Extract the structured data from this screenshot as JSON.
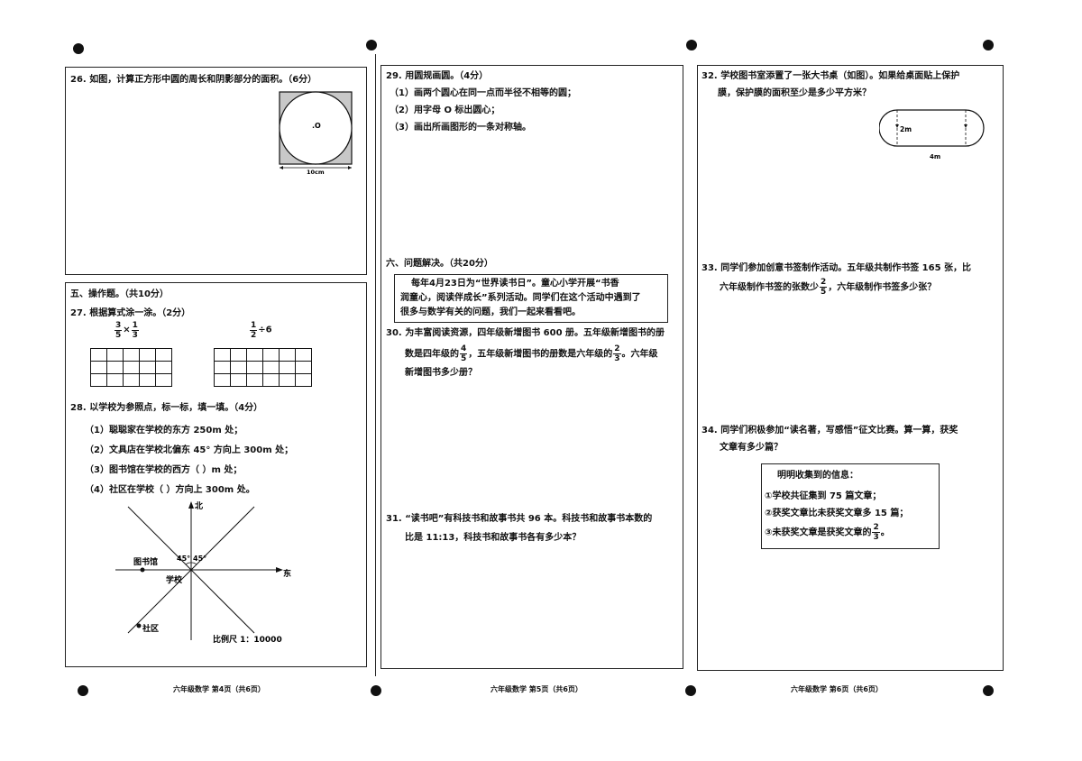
{
  "page1": {
    "q26": {
      "text": "26. 如图，计算正方形中圆的周长和阴影部分的面积。（6分）",
      "center_label": ".O",
      "side_label": "10cm"
    },
    "section5": "五、操作题。（共10分）",
    "q27": {
      "text": "27. 根据算式涂一涂。（2分）",
      "f1_num": "3",
      "f1_den": "5",
      "times": "×",
      "f2_num": "1",
      "f2_den": "3",
      "f3_num": "1",
      "f3_den": "2",
      "div": "÷6"
    },
    "q28": {
      "text": "28. 以学校为参照点，标一标，填一填。（4分）",
      "items": [
        "（1）聪聪家在学校的东方 250m 处；",
        "（2）文具店在学校北偏东 45° 方向上 300m 处；",
        "（3）图书馆在学校的西方（              ）m 处；",
        "（4）社区在学校（                           ）方向上 300m 处。"
      ],
      "north": "北",
      "east": "东",
      "school": "学校",
      "library": "图书馆",
      "community": "社区",
      "angle1": "45°",
      "angle2": "45°",
      "scale": "比例尺  1：10000"
    },
    "footer": "六年级数学   第4页（共6页）"
  },
  "page2": {
    "q29": {
      "text": "29. 用圆规画圆。（4分）",
      "items": [
        "（1）画两个圆心在同一点而半径不相等的圆；",
        "（2）用字母 O 标出圆心；",
        "（3）画出所画图形的一条对称轴。"
      ]
    },
    "section6": "六、问题解决。（共20分）",
    "intro": [
      "每年4月23日为“世界读书日”。童心小学开展“书香",
      "润童心，阅读伴成长”系列活动。同学们在这个活动中遇到了",
      "很多与数学有关的问题，我们一起来看看吧。"
    ],
    "q30": {
      "line1": "30.  为丰富阅读资源，四年级新增图书 600 册。五年级新增图书的册",
      "line2a": "数是四年级的",
      "f1_num": "4",
      "f1_den": "5",
      "line2b": "，五年级新增图书的册数是六年级的",
      "f2_num": "2",
      "f2_den": "3",
      "line2c": "。六年级",
      "line3": "新增图书多少册？"
    },
    "q31": {
      "line1": "31.  “读书吧”有科技书和故事书共 96 本。科技书和故事书本数的",
      "line2": "比是 11:13，科技书和故事书各有多少本？"
    },
    "footer": "六年级数学   第5页（共6页）"
  },
  "page3": {
    "q32": {
      "line1": "32.  学校图书室添置了一张大书桌（如图）。如果给桌面贴上保护",
      "line2": "膜，保护膜的面积至少是多少平方米？",
      "height_label": "2m",
      "width_label": "4m"
    },
    "q33": {
      "line1": "33.  同学们参加创意书签制作活动。五年级共制作书签 165 张，比",
      "line2a": "六年级制作书签的张数少",
      "f_num": "2",
      "f_den": "5",
      "line2b": "，六年级制作书签多少张？"
    },
    "q34": {
      "line1": "34.  同学们积极参加“读名著，写感悟”征文比赛。算一算，获奖",
      "line2": "文章有多少篇？",
      "info_title": "明明收集到的信息：",
      "info1": "①学校共征集到 75 篇文章；",
      "info2": "②获奖文章比未获奖文章多 15 篇；",
      "info3a": "③未获奖文章是获奖文章的",
      "info3_num": "2",
      "info3_den": "3",
      "info3b": "。"
    },
    "footer": "六年级数学   第6页（共6页）"
  },
  "colors": {
    "ink": "#111111",
    "shade": "#c8c8c8"
  }
}
